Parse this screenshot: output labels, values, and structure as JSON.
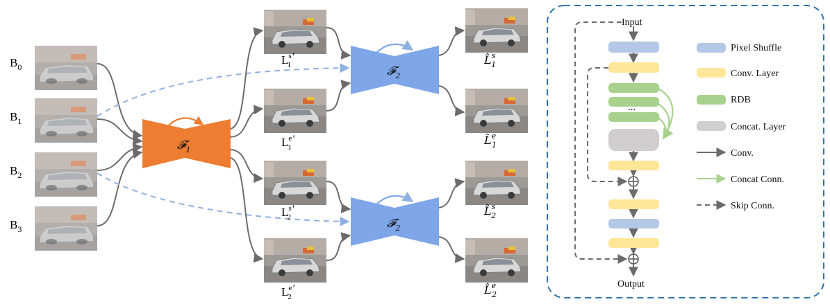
{
  "left_diagram": {
    "blurry_inputs": [
      {
        "label_base": "B",
        "label_sub": "0"
      },
      {
        "label_base": "B",
        "label_sub": "1"
      },
      {
        "label_base": "B",
        "label_sub": "2"
      },
      {
        "label_base": "B",
        "label_sub": "3"
      }
    ],
    "networks": {
      "f1": {
        "label": "𝓕",
        "sub": "1",
        "color": "#ed7d31"
      },
      "f2_top": {
        "label": "𝓕",
        "sub": "2",
        "color": "#7ea6e8"
      },
      "f2_bottom": {
        "label": "𝓕",
        "sub": "2",
        "color": "#7ea6e8"
      }
    },
    "intermediate_frames": [
      {
        "base": "L",
        "sup": "s",
        "sub": "1",
        "prime": "′"
      },
      {
        "base": "L",
        "sup": "e",
        "sub": "1",
        "prime": "′"
      },
      {
        "base": "L",
        "sup": "s",
        "sub": "2",
        "prime": "′"
      },
      {
        "base": "L",
        "sup": "e",
        "sub": "2",
        "prime": "′"
      }
    ],
    "output_frames": [
      {
        "base": "L̂",
        "sup": "s",
        "sub": "1"
      },
      {
        "base": "L̂",
        "sup": "e",
        "sub": "1"
      },
      {
        "base": "L̂",
        "sup": "s",
        "sub": "2"
      },
      {
        "base": "L̂",
        "sup": "e",
        "sub": "2"
      }
    ],
    "colors": {
      "conv_arrow": "#6b6b6b",
      "skip_arrow": "#8fb0e0"
    }
  },
  "network_detail": {
    "input_label": "Input",
    "output_label": "Output",
    "ellipsis": "...",
    "border_color": "#2e74b5"
  },
  "legend": {
    "items": [
      {
        "label": "Pixel Shuffle",
        "kind": "block",
        "color": "#b4c7e7"
      },
      {
        "label": "Conv. Layer",
        "kind": "block",
        "color": "#ffe699"
      },
      {
        "label": "RDB",
        "kind": "block",
        "color": "#a9d18e"
      },
      {
        "label": "Concat. Layer",
        "kind": "block",
        "color": "#d0cece"
      },
      {
        "label": "Conv.",
        "kind": "arrow-solid",
        "color": "#6b6b6b"
      },
      {
        "label": "Concat Conn.",
        "kind": "arrow-green",
        "color": "#a9d18e"
      },
      {
        "label": "Skip Conn.",
        "kind": "arrow-dashed",
        "color": "#6b6b6b"
      }
    ]
  }
}
